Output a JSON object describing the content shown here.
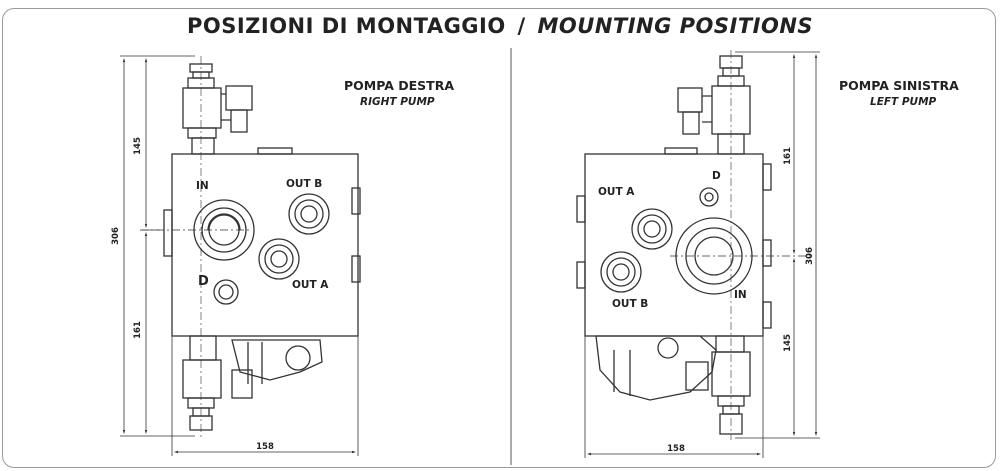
{
  "title": {
    "italian": "POSIZIONI DI MONTAGGIO",
    "separator": "/",
    "english": "MOUNTING POSITIONS"
  },
  "left_view": {
    "pump_label": "POMPA DESTRA",
    "pump_label_en": "RIGHT PUMP",
    "ports": {
      "in": "IN",
      "out_a": "OUT A",
      "out_b": "OUT B",
      "d": "D"
    },
    "dimensions": {
      "top_height": "145",
      "total_height": "306",
      "bottom_height": "161",
      "width": "158"
    }
  },
  "right_view": {
    "pump_label": "POMPA SINISTRA",
    "pump_label_en": "LEFT PUMP",
    "ports": {
      "in": "IN",
      "out_a": "OUT A",
      "out_b": "OUT B",
      "d": "D"
    },
    "dimensions": {
      "top_height": "161",
      "total_height": "306",
      "bottom_height": "145",
      "width": "158"
    }
  },
  "colors": {
    "line": "#333333",
    "frame": "#9a9a9a",
    "text": "#222222"
  }
}
